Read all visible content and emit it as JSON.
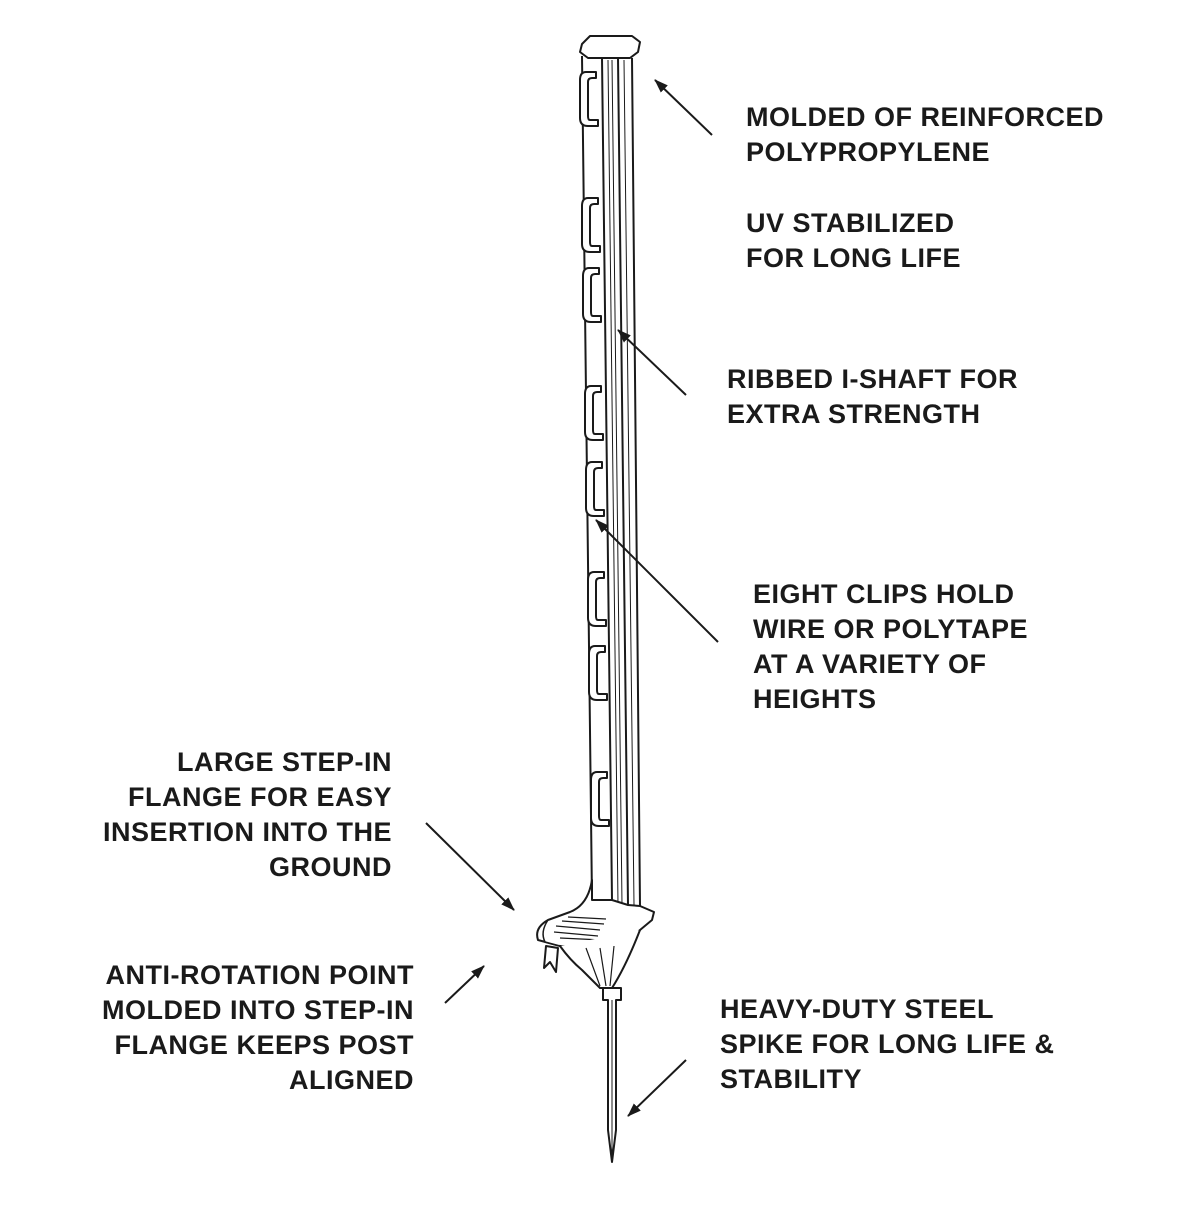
{
  "callouts": {
    "material": {
      "lines": [
        "MOLDED OF REINFORCED",
        "POLYPROPYLENE"
      ]
    },
    "uv": {
      "lines": [
        "UV STABILIZED",
        "FOR LONG LIFE"
      ]
    },
    "shaft": {
      "lines": [
        "RIBBED I-SHAFT FOR",
        "EXTRA STRENGTH"
      ]
    },
    "clips": {
      "lines": [
        "EIGHT CLIPS HOLD",
        "WIRE OR POLYTAPE",
        "AT A VARIETY OF",
        "HEIGHTS"
      ]
    },
    "flange": {
      "lines": [
        "LARGE STEP-IN",
        "FLANGE FOR EASY",
        "INSERTION INTO THE",
        "GROUND"
      ]
    },
    "anti_rotation": {
      "lines": [
        "ANTI-ROTATION POINT",
        "MOLDED INTO STEP-IN",
        "FLANGE KEEPS POST",
        "ALIGNED"
      ]
    },
    "spike": {
      "lines": [
        "HEAVY-DUTY STEEL",
        "SPIKE FOR LONG LIFE &",
        "STABILITY"
      ]
    }
  },
  "diagram": {
    "subject": "step-in fence post",
    "clip_count": 8,
    "line_color": "#1a1a1a",
    "background": "#ffffff"
  }
}
